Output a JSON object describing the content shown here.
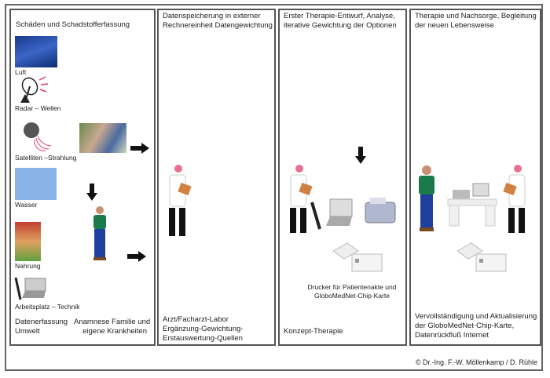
{
  "panels": [
    {
      "title": "Schäden und Schadstofferfassung",
      "items": [
        "Luft",
        "Radar – Wellen",
        "Satelliten –Strahlung",
        "Wasser",
        "Nahrung",
        "Arbeitsplatz – Technik"
      ],
      "footer_left": [
        "Datenerfassung",
        "Umwelt"
      ],
      "footer_right": [
        "Anamnese Familie und",
        "eigene Krankheiten"
      ]
    },
    {
      "title": [
        "Datenspeicherung in externer",
        "Rechnereinheit Datengewichtung"
      ],
      "footer": [
        "Arzt/Facharzt-Labor",
        "Ergänzung-Gewichtung-",
        "Erstauswertung-Quellen"
      ]
    },
    {
      "title": [
        "Erster Therapie-Entwurf, Analyse,",
        "iterative Gewichtung der Optionen"
      ],
      "caption": [
        "Drucker für Patientenakte und",
        "GloboMedNet-Chip-Karte"
      ],
      "footer": "Konzept-Therapie"
    },
    {
      "title": [
        "Therapie und Nachsorge, Begleitung",
        "der neuen Lebensweise"
      ],
      "footer": [
        "Vervollständigung und Aktualisierung",
        "der GloboMedNet-Chip-Karte,",
        "Datenrückfluß Internet"
      ]
    }
  ],
  "copyright": "© Dr.-Ing. F.-W. Möllenkamp / D. Rühle"
}
